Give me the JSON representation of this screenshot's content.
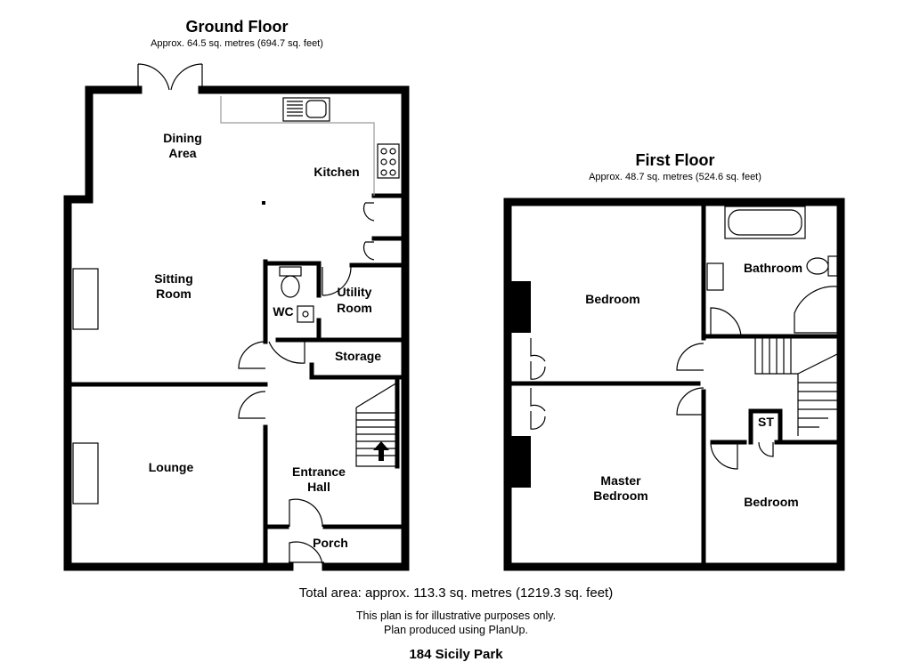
{
  "ground_floor": {
    "title": "Ground Floor",
    "area": "Approx.  64.5 sq. metres (694.7 sq. feet)",
    "rooms": {
      "dining": [
        "Dining",
        "Area"
      ],
      "kitchen": "Kitchen",
      "sitting": [
        "Sitting",
        "Room"
      ],
      "wc": "WC",
      "utility": [
        "Utility",
        "Room"
      ],
      "storage": "Storage",
      "lounge": "Lounge",
      "hall": [
        "Entrance",
        "Hall"
      ],
      "porch": "Porch"
    }
  },
  "first_floor": {
    "title": "First Floor",
    "area": "Approx.  48.7 sq. metres (524.6 sq. feet)",
    "rooms": {
      "bedroom_1": "Bedroom",
      "bathroom": "Bathroom",
      "master": [
        "Master",
        "Bedroom"
      ],
      "bedroom_2": "Bedroom",
      "st": "ST"
    }
  },
  "footer": {
    "total": "Total area: approx. 113.3 sq. metres (1219.3 sq. feet)",
    "note_1": "This plan is for illustrative purposes only.",
    "note_2": "Plan produced using PlanUp.",
    "address": "184 Sicily Park"
  }
}
